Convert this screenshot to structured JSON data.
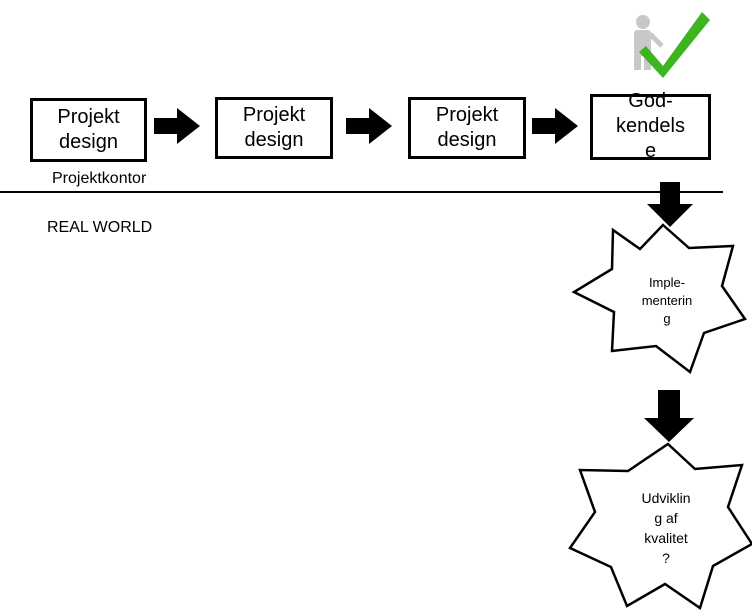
{
  "process": {
    "steps": [
      {
        "lines": [
          "Projekt",
          "design"
        ]
      },
      {
        "lines": [
          "Projekt",
          "design"
        ]
      },
      {
        "lines": [
          "Projekt",
          "design"
        ]
      },
      {
        "lines": [
          "God-",
          "kendels",
          "e"
        ]
      }
    ],
    "office_label": "Projektkontor"
  },
  "divider": {
    "real_world_label": "REAL WORLD"
  },
  "outcomes": [
    {
      "lines": [
        "Imple-",
        "menterin",
        "g"
      ]
    },
    {
      "lines": [
        "Udviklin",
        "g af",
        "kvalitet",
        "?"
      ]
    }
  ],
  "icons": {
    "approval": "checkmark-figure-icon",
    "check_color": "#3cb521",
    "figure_color": "#c8c8c8"
  }
}
